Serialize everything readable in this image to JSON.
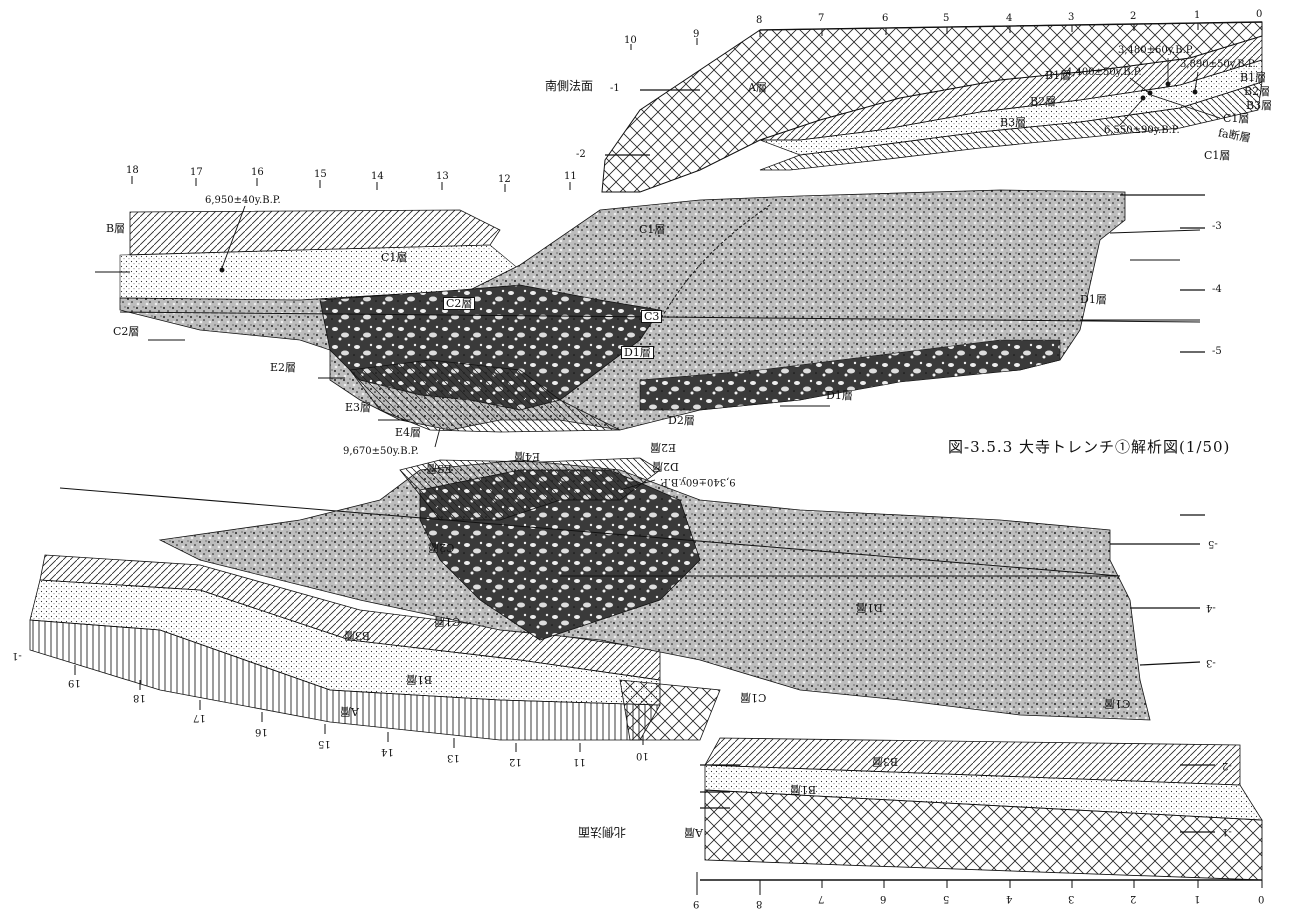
{
  "caption": "図-3.5.3 大寺トレンチ①解析図(1/50)",
  "south_wall": {
    "title": "南側法面",
    "top_scale": [
      "0",
      "1",
      "2",
      "3",
      "4",
      "5",
      "6",
      "7",
      "8",
      "9",
      "10"
    ],
    "mid_scale": [
      "11",
      "12",
      "13",
      "14",
      "15",
      "16",
      "17",
      "18"
    ],
    "depth_left": [
      "-1",
      "-2"
    ],
    "depth_right": [
      "-3",
      "-4",
      "-5"
    ],
    "layers": {
      "A": "A層",
      "B1": "B1層",
      "B2": "B2層",
      "B3": "B3層",
      "B1r": "B1層",
      "B2r": "B2層",
      "B3r": "B3層",
      "C1r": "C1層",
      "C1r2": "C1層",
      "fa": "fa断層",
      "B_left": "B層",
      "C1_left": "C1層",
      "C1_mid": "C1層",
      "C2_left": "C2層",
      "C2_mid": "C2層",
      "C3": "C3",
      "D1_right": "D1層",
      "D1_mid": "D1層",
      "D1_low": "D1層",
      "D2": "D2層",
      "E2": "E2層",
      "E3": "E3層",
      "E4": "E4層"
    },
    "dates": {
      "d1": "3,480±60y.B.P.",
      "d2": "3,890±50y.B.P.",
      "d3": "4,400±50y.B.P.",
      "d4": "6,550±90y.B.P.",
      "d5": "6,950±40y.B.P.",
      "d6": "9,670±50y.B.P."
    }
  },
  "north_wall": {
    "title": "北側法面",
    "bottom_scale": [
      "0",
      "1",
      "2",
      "3",
      "4",
      "5",
      "6",
      "7",
      "8",
      "9"
    ],
    "mid_scale": [
      "10",
      "11",
      "12",
      "13",
      "14",
      "15",
      "16",
      "17",
      "18",
      "19"
    ],
    "depth_right": [
      "-1",
      "-2",
      "-3",
      "-4",
      "-5"
    ],
    "depth_left": [
      "-1"
    ],
    "layers": {
      "A": "A層",
      "B1": "B1層",
      "B3": "B3層",
      "A_low": "A層",
      "B1_low": "B1層",
      "B3_low": "B3層",
      "C1": "C1層",
      "C1b": "C1層",
      "C1c": "C1層",
      "C2": "C2層",
      "D1": "D1層",
      "D2": "D2層",
      "E2": "E2層",
      "E3": "E3層",
      "E4": "E4層"
    },
    "dates": {
      "d1": "9,340±60y.B.P."
    }
  }
}
